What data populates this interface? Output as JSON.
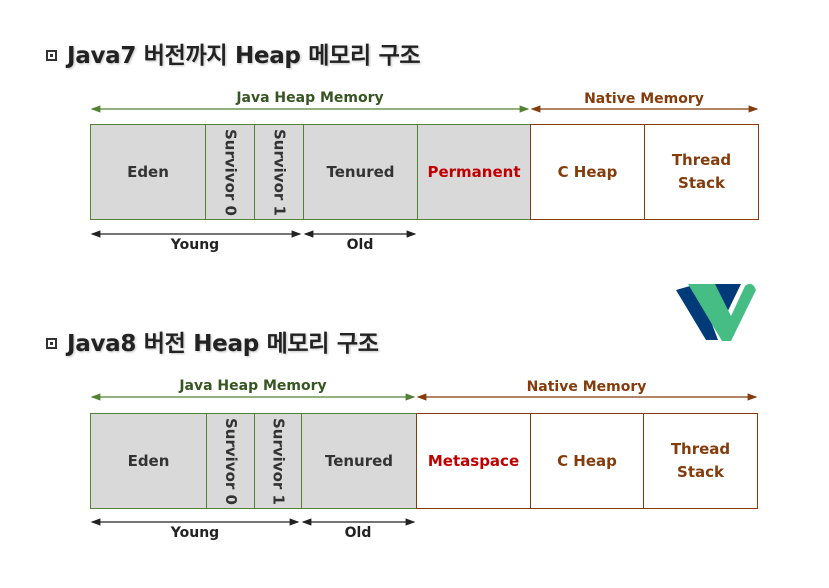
{
  "java7": {
    "title": "Java7 버전까지 Heap 메모리 구조",
    "java_heap_label": "Java Heap Memory",
    "native_label": "Native Memory",
    "boxes": {
      "eden": "Eden",
      "survivor0": "Survivor 0",
      "survivor1": "Survivor 1",
      "tenured": "Tenured",
      "permanent": "Permanent",
      "c_heap": "C Heap",
      "thread_stack": "Thread Stack"
    },
    "young_label": "Young",
    "old_label": "Old"
  },
  "java8": {
    "title": "Java8 버전 Heap 메모리 구조",
    "java_heap_label": "Java Heap Memory",
    "native_label": "Native Memory",
    "boxes": {
      "eden": "Eden",
      "survivor0": "Survivor 0",
      "survivor1": "Survivor 1",
      "tenured": "Tenured",
      "metaspace": "Metaspace",
      "c_heap": "C Heap",
      "thread_stack": "Thread Stack"
    },
    "young_label": "Young",
    "old_label": "Old"
  },
  "colors": {
    "heap_green": "#538135",
    "native_brown": "#843c0c",
    "highlight_red": "#c00000",
    "heap_fill": "#d9d9d9",
    "logo_blue": "#003a78",
    "logo_green": "#45bd85"
  }
}
